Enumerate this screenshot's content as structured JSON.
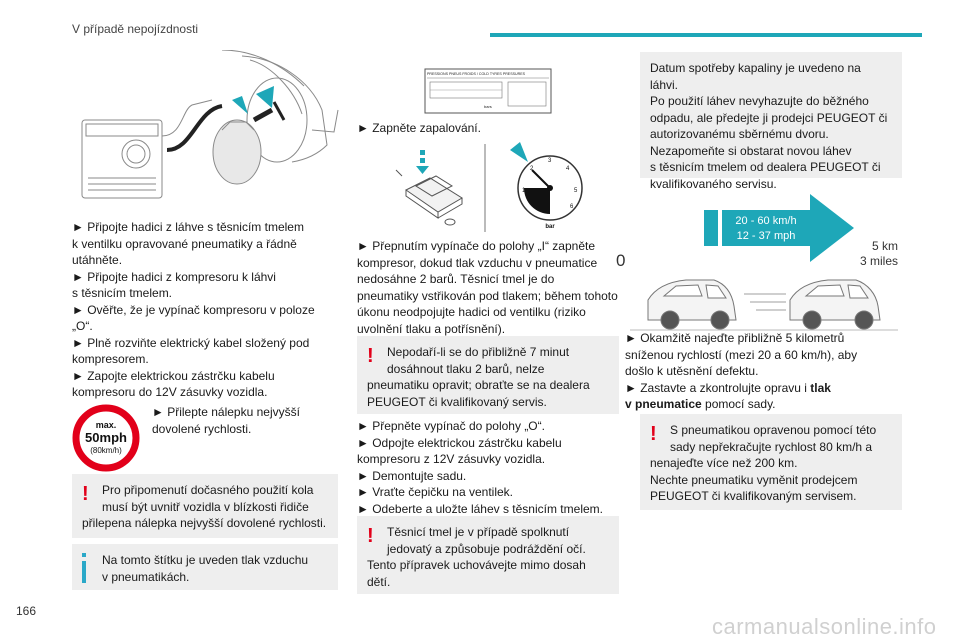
{
  "header": {
    "title": "V případě nepojízdnosti",
    "accent_color": "#1ea7b8"
  },
  "footer": {
    "page_number": "166",
    "watermark": "carmanualsonline.info"
  },
  "left_column": {
    "steps": [
      "► Připojte hadici z láhve s těsnicím tmelem",
      "k ventilku opravované pneumatiky a řádně",
      "utáhněte.",
      "► Připojte hadici z kompresoru k láhvi",
      "s těsnicím tmelem.",
      "► Ověřte, že je vypínač kompresoru v poloze",
      "„O“.",
      "► Plně rozviňte elektrický kabel složený pod",
      "kompresorem.",
      "► Zapojte elektrickou zástrčku kabelu",
      "kompresoru do 12V zásuvky vozidla."
    ],
    "speed_badge": {
      "top": "max.",
      "value": "50mph",
      "sub": "(80km/h)",
      "ring_color": "#e2001a"
    },
    "sticker_text": [
      "► Přilepte nálepku nejvyšší",
      "dovolené rychlosti."
    ],
    "warning_box": {
      "first": "Pro připomenutí dočasného použití kola",
      "lines": [
        "musí být uvnitř vozidla v blízkosti řidiče",
        "přilepena nálepka nejvyšší dovolené rychlosti."
      ]
    },
    "info_box": {
      "first": "Na tomto štítku je uveden tlak vzduchu",
      "lines": [
        "v pneumatikách."
      ]
    }
  },
  "middle_column": {
    "label_title": "PRESSIONS PNEUS FROIDS / COLD TYRES PRESSURES",
    "label_unit": "bars",
    "ignition": "► Zapněte zapalování.",
    "gauge": {
      "unit": "bar",
      "ticks": [
        "1",
        "2",
        "3",
        "4",
        "5",
        "6"
      ]
    },
    "paragraph": [
      "► Přepnutím vypínače do polohy „I“ zapněte",
      "kompresor, dokud tlak vzduchu v pneumatice",
      "nedosáhne 2 barů. Těsnicí tmel je do",
      "pneumatiky vstřikován pod tlakem; během tohoto",
      "úkonu neodpojujte hadici od ventilku (riziko",
      "uvolnění tlaku a potřísnění)."
    ],
    "warning_box": {
      "first": "Nepodaří-li se do přibližně 7 minut",
      "lines": [
        "dosáhnout tlaku 2 barů, nelze",
        "pneumatiku opravit; obraťte se na dealera",
        "PEUGEOT či kvalifikovaný servis."
      ]
    },
    "steps": [
      "► Přepněte vypínač do polohy „O“.",
      "► Odpojte elektrickou zástrčku kabelu",
      "kompresoru z 12V zásuvky vozidla.",
      "► Demontujte sadu.",
      "► Vraťte čepičku na ventilek.",
      "► Odeberte a uložte láhev s těsnicím tmelem."
    ],
    "warning_box2": {
      "first": "Těsnicí tmel je v případě spolknutí",
      "lines": [
        "jedovatý a způsobuje podráždění očí.",
        "Tento přípravek uchovávejte mimo dosah",
        "dětí."
      ]
    }
  },
  "right_column": {
    "top_box": [
      "Datum spotřeby kapaliny je uvedeno na láhvi.",
      "Po použití láhev nevyhazujte do běžného",
      "odpadu, ale předejte ji prodejci PEUGEOT či",
      "autorizovanému sběrnému dvoru.",
      "Nezapomeňte si obstarat novou láhev",
      "s těsnicím tmelem od dealera PEUGEOT či",
      "kvalifikovaného servisu."
    ],
    "diagram": {
      "speed_kmh": "20 - 60 km/h",
      "speed_mph": "12 - 37 mph",
      "start": "0",
      "end_km": "5 km",
      "end_miles": "3 miles",
      "arrow_color": "#1ea7b8"
    },
    "paragraph": [
      "► Okamžitě najeďte přibližně 5 kilometrů",
      "sníženou rychlostí (mezi 20 a 60 km/h), aby",
      "došlo k utěsnění defektu."
    ],
    "check_line": {
      "prefix": "► Zastavte a zkontrolujte opravu i ",
      "bold1": "tlak",
      "bold2": "v pneumatice",
      "suffix": " pomocí sady."
    },
    "warning_box": {
      "first": "S pneumatikou opravenou pomocí této",
      "lines": [
        "sady nepřekračujte rychlost 80 km/h a",
        "nenajeďte více než 200 km.",
        "Nechte pneumatiku vyměnit prodejcem",
        "PEUGEOT či kvalifikovaným servisem."
      ]
    }
  }
}
